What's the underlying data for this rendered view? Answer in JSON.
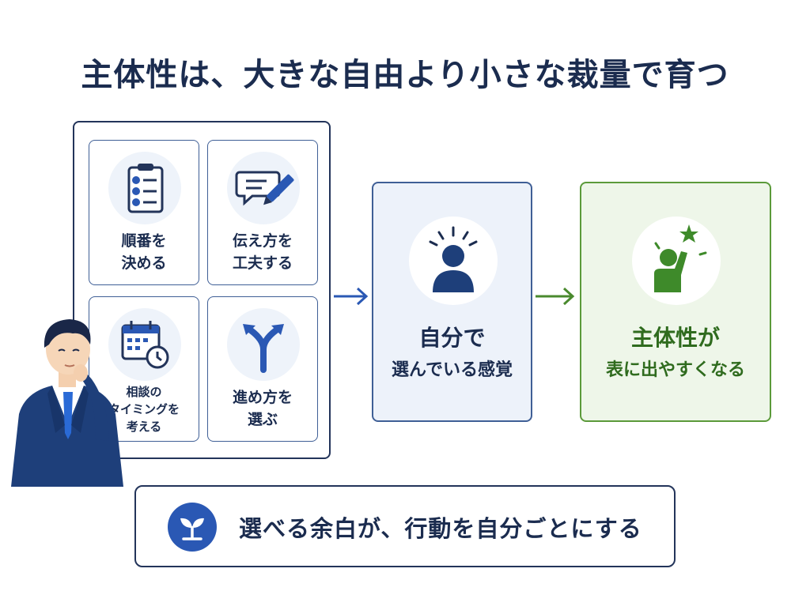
{
  "title": "主体性は、大きな自由より小さな裁量で育つ",
  "cards": [
    {
      "icon": "numbered-checklist-icon",
      "lines": [
        "順番を",
        "決める"
      ]
    },
    {
      "icon": "speech-bubble-pen-icon",
      "lines": [
        "伝え方を",
        "工夫する"
      ]
    },
    {
      "icon": "calendar-clock-icon",
      "lines": [
        "相談の",
        "タイミングを",
        "考える"
      ]
    },
    {
      "icon": "forked-arrow-icon",
      "lines": [
        "進め方を",
        "選ぶ"
      ]
    }
  ],
  "middle": {
    "icon": "person-idea-icon",
    "line1": "自分で",
    "line2": "選んでいる感覚"
  },
  "right": {
    "icon": "person-star-icon",
    "line1": "主体性が",
    "line2": "表に出やすくなる"
  },
  "bottom": {
    "icon": "sprout-icon",
    "text": "選べる余白が、行動を自分ごとにする"
  },
  "colors": {
    "navy": "#1b2c4f",
    "blue": "#3f5f96",
    "green": "#5b9a3a",
    "dark_green": "#2f6b1e"
  }
}
